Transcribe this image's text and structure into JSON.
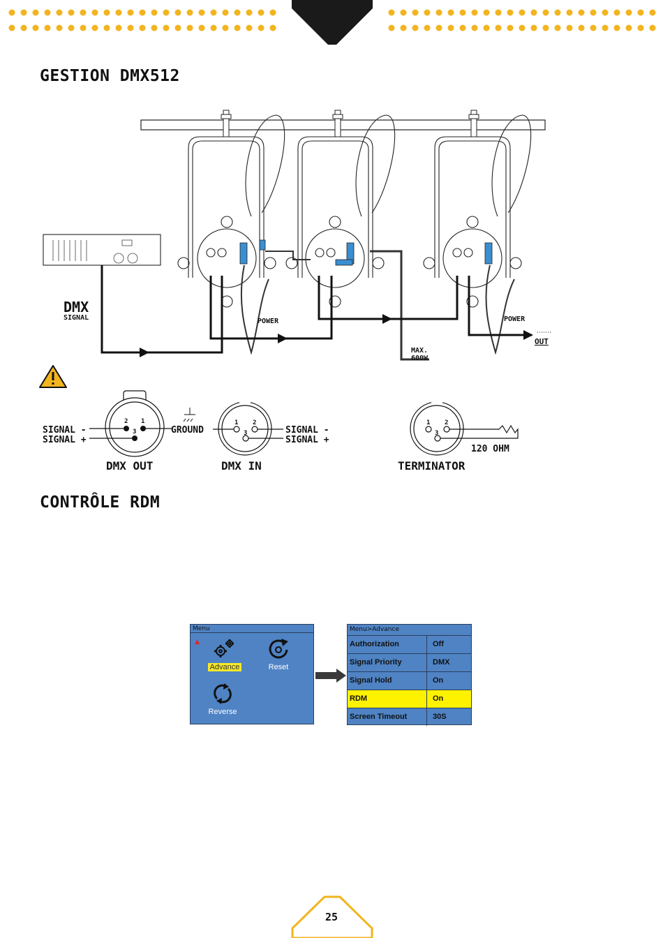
{
  "header": {
    "accent_color": "#f2b41f",
    "tab_color": "#1a1a1a"
  },
  "sections": {
    "dmx_title": "GESTION DMX512",
    "rdm_title": "CONTRÔLE RDM"
  },
  "diagram": {
    "dmx_label": "DMX",
    "signal_label": "SIGNAL",
    "power_label_1": "POWER",
    "power_label_2": "POWER",
    "max_label": "MAX.",
    "max_value": "600W",
    "out_label": "OUT",
    "warning_icon": "warning-icon"
  },
  "connectors": {
    "out_signal_minus": "SIGNAL -",
    "out_signal_plus": "SIGNAL +",
    "ground": "GROUND",
    "in_signal_minus": "SIGNAL -",
    "in_signal_plus": "SIGNAL +",
    "dmx_out": "DMX OUT",
    "dmx_in": "DMX IN",
    "terminator": "TERMINATOR",
    "ohm": "120 OHM",
    "pin1": "1",
    "pin2": "2",
    "pin3": "3"
  },
  "menu": {
    "title": "Menu",
    "items": [
      {
        "label": "Advance",
        "icon": "gears-icon",
        "selected": true
      },
      {
        "label": "Reset",
        "icon": "reset-icon",
        "selected": false
      },
      {
        "label": "Reverse",
        "icon": "reverse-icon",
        "selected": false
      }
    ]
  },
  "advance": {
    "title": "Menu>Advance",
    "rows": [
      {
        "key": "Authorization",
        "value": "Off"
      },
      {
        "key": "Signal Priority",
        "value": "DMX"
      },
      {
        "key": "Signal Hold",
        "value": "On"
      },
      {
        "key": "RDM",
        "value": "On",
        "highlight": true
      },
      {
        "key": "Screen Timeout",
        "value": "30S"
      }
    ]
  },
  "footer": {
    "page_number": "25"
  }
}
